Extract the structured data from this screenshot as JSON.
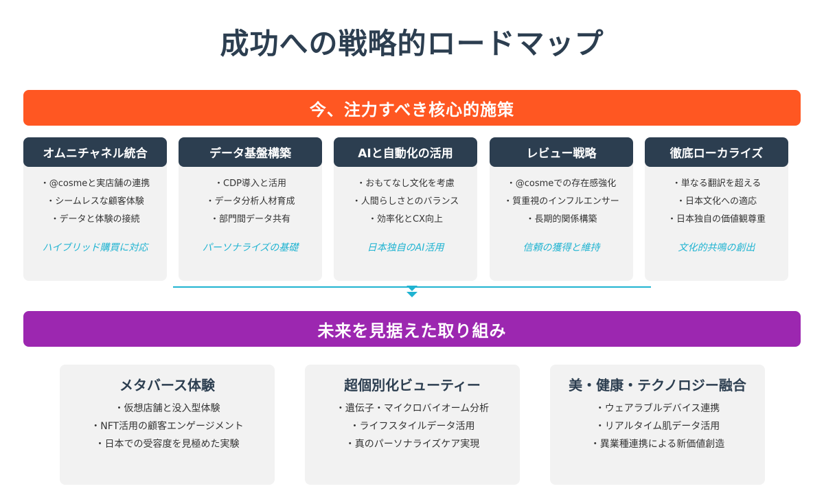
{
  "title": "成功への戦略的ロードマップ",
  "section_now": {
    "label": "今、注力すべき核心的施策",
    "color": "#ff5722",
    "cards": [
      {
        "title": "オムニチャネル統合",
        "items": [
          "・@cosmeと実店舗の連携",
          "・シームレスな顧客体験",
          "・データと体験の接続"
        ],
        "tagline": "ハイブリッド購買に対応"
      },
      {
        "title": "データ基盤構築",
        "items": [
          "・CDP導入と活用",
          "・データ分析人材育成",
          "・部門間データ共有"
        ],
        "tagline": "パーソナライズの基礎"
      },
      {
        "title": "AIと自動化の活用",
        "items": [
          "・おもてなし文化を考慮",
          "・人間らしさとのバランス",
          "・効率化とCX向上"
        ],
        "tagline": "日本独自のAI活用"
      },
      {
        "title": "レビュー戦略",
        "items": [
          "・@cosmeでの存在感強化",
          "・質重視のインフルエンサー",
          "・長期的関係構築"
        ],
        "tagline": "信頼の獲得と維持"
      },
      {
        "title": "徹底ローカライズ",
        "items": [
          "・単なる翻訳を超える",
          "・日本文化への適応",
          "・日本独自の価値観尊重"
        ],
        "tagline": "文化的共鳴の創出"
      }
    ]
  },
  "section_future": {
    "label": "未来を見据えた取り組み",
    "color": "#9c27b0",
    "cards": [
      {
        "title": "メタバース体験",
        "items": [
          "・仮想店舗と没入型体験",
          "・NFT活用の顧客エンゲージメント",
          "・日本での受容度を見極めた実験"
        ]
      },
      {
        "title": "超個別化ビューティー",
        "items": [
          "・遺伝子・マイクロバイオーム分析",
          "・ライフスタイルデータ活用",
          "・真のパーソナライズケア実現"
        ]
      },
      {
        "title": "美・健康・テクノロジー融合",
        "items": [
          "・ウェアラブルデバイス連携",
          "・リアルタイム肌データ活用",
          "・異業種連携による新価値創造"
        ]
      }
    ]
  },
  "colors": {
    "card_header": "#2c3e50",
    "card_bg": "#f2f2f2",
    "accent": "#1fb3d1"
  }
}
